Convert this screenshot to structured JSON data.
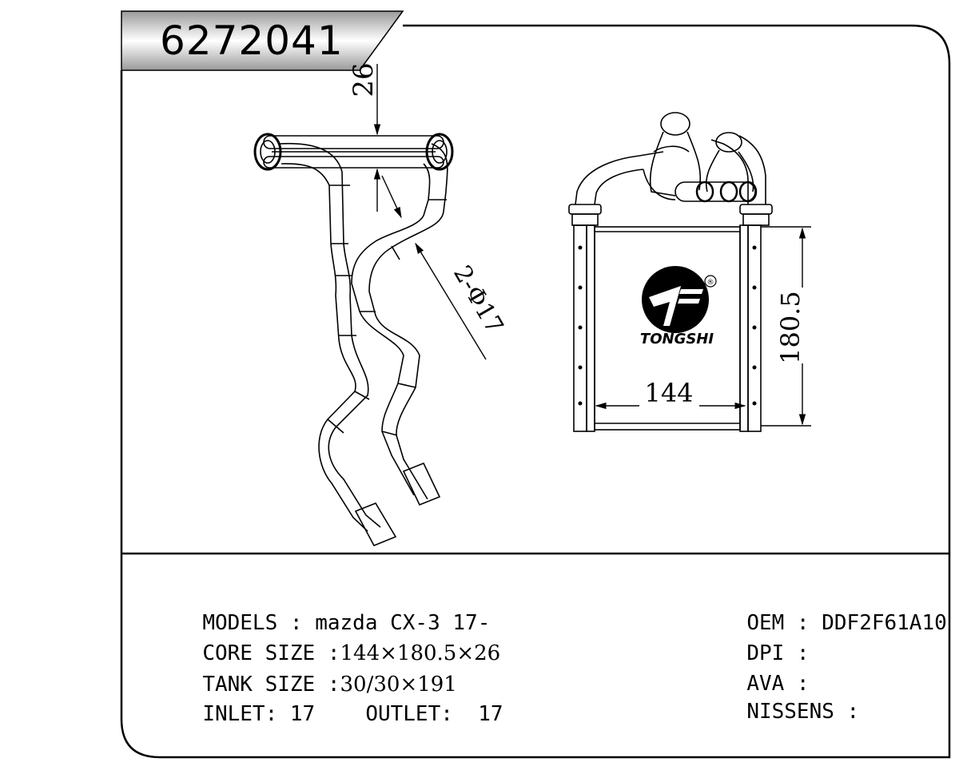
{
  "part_number": "6272041",
  "drawing": {
    "dimensions": {
      "depth": "26",
      "pipe_diameter": "2-Φ17",
      "height": "180.5",
      "width": "144"
    },
    "brand": {
      "name": "TONGSHI",
      "registered_mark": "®"
    }
  },
  "specs": {
    "models": {
      "label": "MODELS : ",
      "value": "mazda CX-3 17-"
    },
    "core_size": {
      "label": "CORE SIZE :",
      "value": "144×180.5×26"
    },
    "tank_size": {
      "label": "TANK SIZE :",
      "value": "30/30×191"
    },
    "inlet": {
      "label": "INLET: ",
      "value": "17"
    },
    "outlet": {
      "label": "OUTLET:  ",
      "value": "17"
    },
    "oem": {
      "label": "OEM : ",
      "value": "DDF2F61A10"
    },
    "dpi": {
      "label": "DPI : ",
      "value": ""
    },
    "ava": {
      "label": "AVA : ",
      "value": ""
    },
    "nissens": {
      "label": "NISSENS : ",
      "value": ""
    }
  }
}
